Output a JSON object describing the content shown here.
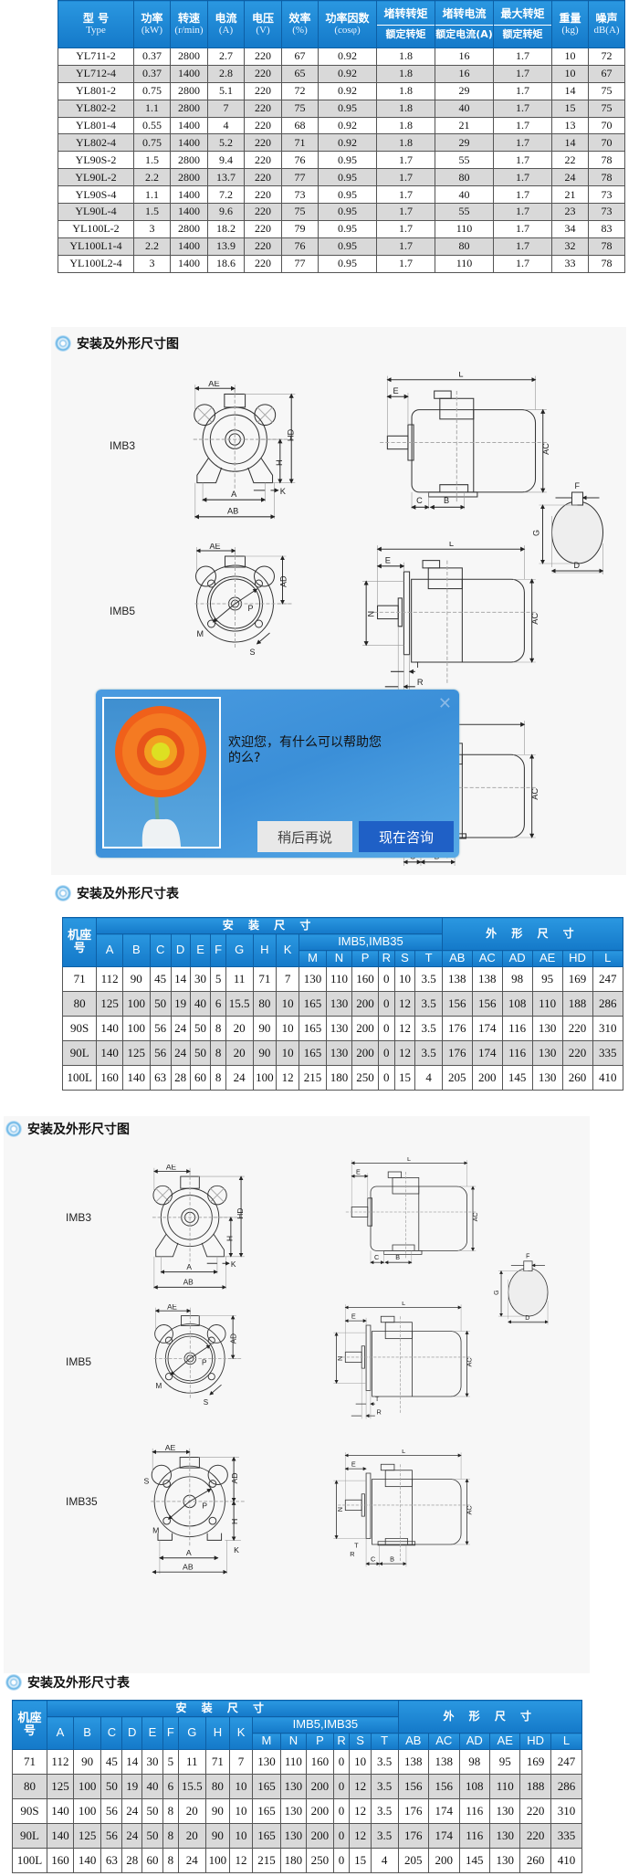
{
  "spec_table": {
    "headers": [
      {
        "top": "型  号",
        "bottom": "Type"
      },
      {
        "top": "功率",
        "bottom": "(kW)"
      },
      {
        "top": "转速",
        "bottom": "(r/min)"
      },
      {
        "top": "电流",
        "bottom": "(A)"
      },
      {
        "top": "电压",
        "bottom": "(V)"
      },
      {
        "top": "效率",
        "bottom": "(%)"
      },
      {
        "top": "功率因数",
        "bottom": "(cosφ)"
      },
      {
        "top": "堵转转矩",
        "bottom": "额定转矩"
      },
      {
        "top": "堵转电流",
        "bottom": "额定电流(A)"
      },
      {
        "top": "最大转矩",
        "bottom": "额定转矩"
      },
      {
        "top": "重量",
        "bottom": "(kg)"
      },
      {
        "top": "噪声",
        "bottom": "dB(A)"
      }
    ],
    "rows": [
      [
        "YL711-2",
        "0.37",
        "2800",
        "2.7",
        "220",
        "67",
        "0.92",
        "1.8",
        "16",
        "1.7",
        "10",
        "72"
      ],
      [
        "YL712-4",
        "0.37",
        "1400",
        "2.8",
        "220",
        "65",
        "0.92",
        "1.8",
        "16",
        "1.7",
        "10",
        "67"
      ],
      [
        "YL801-2",
        "0.75",
        "2800",
        "5.1",
        "220",
        "72",
        "0.92",
        "1.8",
        "29",
        "1.7",
        "14",
        "75"
      ],
      [
        "YL802-2",
        "1.1",
        "2800",
        "7",
        "220",
        "75",
        "0.95",
        "1.8",
        "40",
        "1.7",
        "15",
        "75"
      ],
      [
        "YL801-4",
        "0.55",
        "1400",
        "4",
        "220",
        "68",
        "0.92",
        "1.8",
        "21",
        "1.7",
        "13",
        "70"
      ],
      [
        "YL802-4",
        "0.75",
        "1400",
        "5.2",
        "220",
        "71",
        "0.92",
        "1.8",
        "29",
        "1.7",
        "14",
        "70"
      ],
      [
        "YL90S-2",
        "1.5",
        "2800",
        "9.4",
        "220",
        "76",
        "0.95",
        "1.7",
        "55",
        "1.7",
        "22",
        "78"
      ],
      [
        "YL90L-2",
        "2.2",
        "2800",
        "13.7",
        "220",
        "77",
        "0.95",
        "1.7",
        "80",
        "1.7",
        "24",
        "78"
      ],
      [
        "YL90S-4",
        "1.1",
        "1400",
        "7.2",
        "220",
        "73",
        "0.95",
        "1.7",
        "40",
        "1.7",
        "21",
        "73"
      ],
      [
        "YL90L-4",
        "1.5",
        "1400",
        "9.6",
        "220",
        "75",
        "0.95",
        "1.7",
        "55",
        "1.7",
        "23",
        "73"
      ],
      [
        "YL100L-2",
        "3",
        "2800",
        "18.2",
        "220",
        "79",
        "0.95",
        "1.7",
        "110",
        "1.7",
        "34",
        "83"
      ],
      [
        "YL100L1-4",
        "2.2",
        "1400",
        "13.9",
        "220",
        "76",
        "0.95",
        "1.7",
        "80",
        "1.7",
        "32",
        "78"
      ],
      [
        "YL100L2-4",
        "3",
        "1400",
        "18.6",
        "220",
        "77",
        "0.95",
        "1.7",
        "110",
        "1.7",
        "33",
        "78"
      ]
    ]
  },
  "section1": {
    "heading": "安装及外形尺寸图"
  },
  "section2": {
    "heading": "安装及外形尺寸表"
  },
  "section3": {
    "heading": "安装及外形尺寸图"
  },
  "section4": {
    "heading": "安装及外形尺寸表"
  },
  "diagram": {
    "views": {
      "imb3": "IMB3",
      "imb5": "IMB5",
      "imb35": "IMB35"
    },
    "labels": {
      "AE": "AE",
      "HD": "HD",
      "H": "H",
      "K": "K",
      "A": "A",
      "AB": "AB",
      "L": "L",
      "E": "E",
      "AC": "AC",
      "C": "C",
      "B": "B",
      "F": "F",
      "G": "G",
      "D": "D",
      "AD": "AD",
      "M": "M",
      "P": "P",
      "S": "S",
      "N": "N",
      "T": "T",
      "R": "R"
    }
  },
  "popup": {
    "message": "欢迎您，有什么可以帮助您的么?",
    "later_button": "稍后再说",
    "consult_button": "现在咨询",
    "close": "✕"
  },
  "dim_table": {
    "frame_header": "机座号",
    "install_header": "安 装 尺 寸",
    "outline_header": "外 形 尺 寸",
    "imb_header": "IMB5,IMB35",
    "base_cols": [
      "A",
      "B",
      "C",
      "D",
      "E",
      "F",
      "G",
      "H",
      "K"
    ],
    "imb_cols": [
      "M",
      "N",
      "P",
      "R",
      "S",
      "T"
    ],
    "outline_cols": [
      "AB",
      "AC",
      "AD",
      "AE",
      "HD",
      "L"
    ],
    "rows": [
      [
        "71",
        "112",
        "90",
        "45",
        "14",
        "30",
        "5",
        "11",
        "71",
        "7",
        "130",
        "110",
        "160",
        "0",
        "10",
        "3.5",
        "138",
        "138",
        "98",
        "95",
        "169",
        "247"
      ],
      [
        "80",
        "125",
        "100",
        "50",
        "19",
        "40",
        "6",
        "15.5",
        "80",
        "10",
        "165",
        "130",
        "200",
        "0",
        "12",
        "3.5",
        "156",
        "156",
        "108",
        "110",
        "188",
        "286"
      ],
      [
        "90S",
        "140",
        "100",
        "56",
        "24",
        "50",
        "8",
        "20",
        "90",
        "10",
        "165",
        "130",
        "200",
        "0",
        "12",
        "3.5",
        "176",
        "174",
        "116",
        "130",
        "220",
        "310"
      ],
      [
        "90L",
        "140",
        "125",
        "56",
        "24",
        "50",
        "8",
        "20",
        "90",
        "10",
        "165",
        "130",
        "200",
        "0",
        "12",
        "3.5",
        "176",
        "174",
        "116",
        "130",
        "220",
        "335"
      ],
      [
        "100L",
        "160",
        "140",
        "63",
        "28",
        "60",
        "8",
        "24",
        "100",
        "12",
        "215",
        "180",
        "250",
        "0",
        "15",
        "4",
        "205",
        "200",
        "145",
        "130",
        "260",
        "410"
      ]
    ]
  },
  "colors": {
    "header_blue": "#1c86d6",
    "popup_blue": "#3b8fd8",
    "consult_blue": "#1f60c6"
  }
}
